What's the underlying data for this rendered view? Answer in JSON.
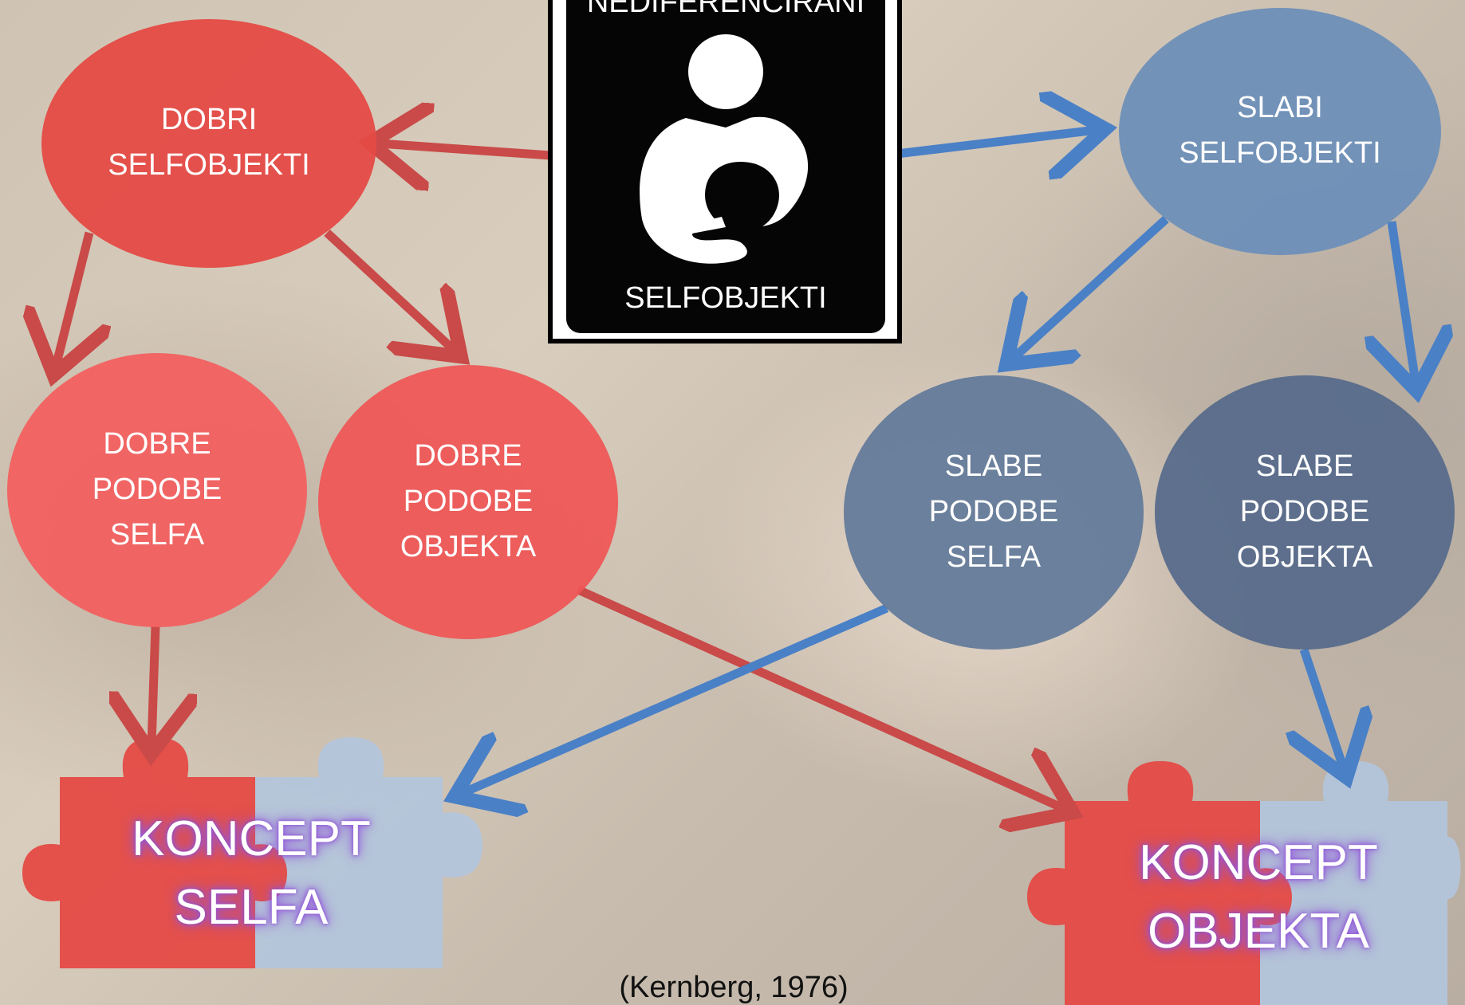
{
  "top_box": {
    "title": "NEDIFERENCIRANI",
    "subtitle": "SELFOBJEKTI",
    "icon": "breastfeeding-icon"
  },
  "nodes": {
    "dobri_selfobjekti": [
      "DOBRI",
      "SELFOBJEKTI"
    ],
    "slabi_selfobjekti": [
      "SLABI",
      "SELFOBJEKTI"
    ],
    "dobre_podobe_selfa": [
      "DOBRE",
      "PODOBE",
      "SELFA"
    ],
    "dobre_podobe_objekta": [
      "DOBRE",
      "PODOBE",
      "OBJEKTA"
    ],
    "slabe_podobe_selfa": [
      "SLABE",
      "PODOBE",
      "SELFA"
    ],
    "slabe_podobe_objekta": [
      "SLABE",
      "PODOBE",
      "OBJEKTA"
    ]
  },
  "concepts": {
    "koncept_selfa": [
      "KONCEPT",
      "SELFA"
    ],
    "koncept_objekta": [
      "KONCEPT",
      "OBJEKTA"
    ]
  },
  "citation": "(Kernberg, 1976)",
  "colors": {
    "red": "#e54a45",
    "red_light": "#f26060",
    "red_arrow": "#c94a48",
    "blue": "#6e8fb8",
    "blue_dark": "#5d7394",
    "blue_arrow": "#4a80c6",
    "puzzle_blue": "#b3c6dc",
    "black": "#050505"
  }
}
